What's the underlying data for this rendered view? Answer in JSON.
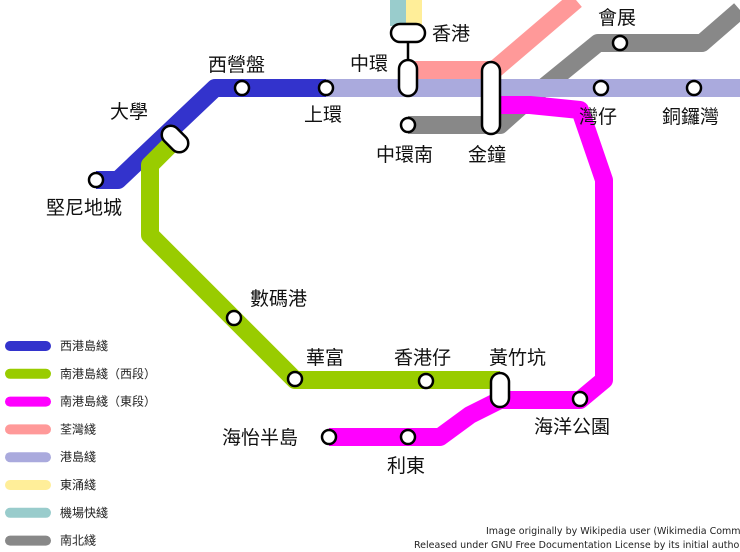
{
  "colors": {
    "island_line": "#3333cc",
    "south_island_west": "#99cc00",
    "south_island_east": "#ff00ff",
    "tsuen_wan": "#ff9999",
    "island_line_light": "#aaaadd",
    "tung_chung": "#ffee99",
    "airport_express": "#99cccc",
    "north_south": "#888888"
  },
  "stations": {
    "kennedy_town": "堅尼地城",
    "hku": "大學",
    "sai_ying_pun": "西營盤",
    "sheung_wan": "上環",
    "central": "中環",
    "hong_kong": "香港",
    "central_south": "中環南",
    "admiralty": "金鐘",
    "exhibition": "會展",
    "wan_chai": "灣仔",
    "causeway_bay": "銅鑼灣",
    "cyberport": "數碼港",
    "wah_fu": "華富",
    "aberdeen": "香港仔",
    "wong_chuk_hang": "黃竹坑",
    "ocean_park": "海洋公園",
    "lei_tung": "利東",
    "south_horizons": "海怡半島"
  },
  "legend": [
    {
      "label": "西港島綫",
      "color": "#3333cc"
    },
    {
      "label": "南港島綫（西段）",
      "color": "#99cc00"
    },
    {
      "label": "南港島綫（東段）",
      "color": "#ff00ff"
    },
    {
      "label": "荃灣綫",
      "color": "#ff9999"
    },
    {
      "label": "港島綫",
      "color": "#aaaadd"
    },
    {
      "label": "東涌綫",
      "color": "#ffee99"
    },
    {
      "label": "機場快綫",
      "color": "#99cccc"
    },
    {
      "label": "南北綫",
      "color": "#888888"
    }
  ],
  "credit": {
    "line1": "Image originally by Wikipedia user (Wikimedia Commons).",
    "line2": "Released under GNU Free Documentation License by its initial author."
  }
}
